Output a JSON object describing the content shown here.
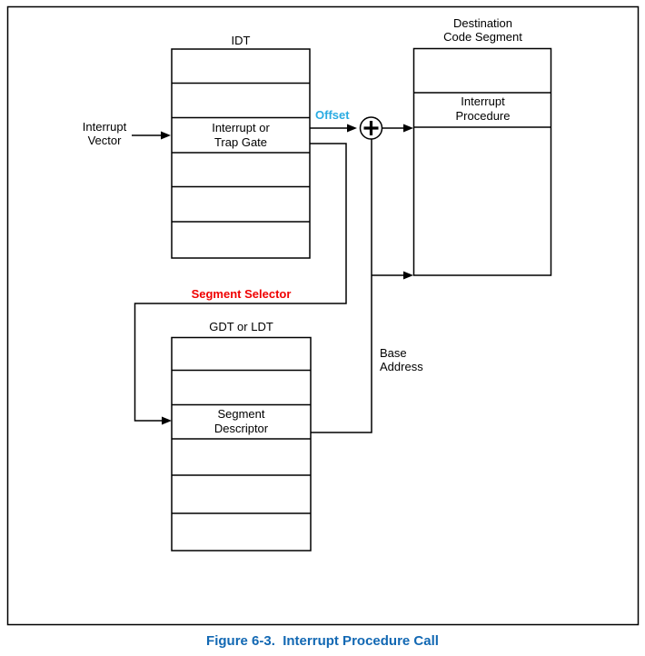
{
  "caption": {
    "text": "Figure 6-3.  Interrupt Procedure Call",
    "color": "#1268b3"
  },
  "idt": {
    "title": "IDT",
    "row_count": 6,
    "gate_label": "Interrupt or\nTrap Gate"
  },
  "gdt": {
    "title": "GDT or LDT",
    "row_count": 6,
    "descriptor_label": "Segment\nDescriptor"
  },
  "destination": {
    "title": "Destination\nCode Segment",
    "procedure_label": "Interrupt\nProcedure"
  },
  "labels": {
    "interrupt_vector": "Interrupt\nVector",
    "offset": {
      "text": "Offset",
      "color": "#29abe2"
    },
    "segment_selector": {
      "text": "Segment Selector",
      "color": "#f00000"
    },
    "base_address": "Base\nAddress"
  },
  "icons": {
    "adder": "plus-in-circle"
  },
  "colors": {
    "line": "#000000",
    "background": "#ffffff"
  }
}
